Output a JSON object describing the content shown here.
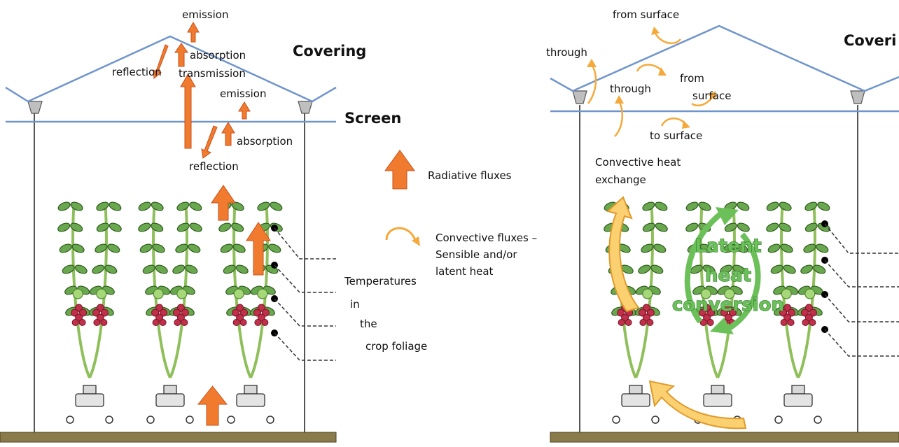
{
  "left_panel": {
    "covering_title": "Covering",
    "screen_title": "Screen",
    "labels": {
      "emission_top": "emission",
      "absorption_top": "absorption",
      "reflection_top": "reflection",
      "transmission": "transmission",
      "emission_screen": "emission",
      "absorption_screen": "absorption",
      "reflection_screen": "reflection"
    },
    "temperatures": [
      "Temperatures",
      "in",
      "the",
      "crop foliage"
    ]
  },
  "legend": {
    "radiative": "Radiative fluxes",
    "convective": [
      "Convective fluxes –",
      "Sensible and/or",
      "latent heat"
    ]
  },
  "right_panel": {
    "covering_title": "Coveri",
    "labels": {
      "from_surface_top": "from surface",
      "through_left": "through",
      "through_mid": "through",
      "from_surface_mid": [
        "from",
        "surface"
      ],
      "to_surface": "to surface",
      "convective_exchange": [
        "Convective heat",
        "exchange"
      ]
    },
    "latent_text": [
      "Latent",
      "heat",
      "conversion"
    ]
  },
  "colors": {
    "roof_line": "#6f95cc",
    "arrow_fill": "#f07a2e",
    "arrow_stroke": "#c9521a",
    "conv_arrow": "#f5a93a",
    "big_arrow_fill": "#fbd070",
    "latent_green": "#6cc05a",
    "leaf": "#6aa84f",
    "leaf_stroke": "#2f5d1e",
    "fruit": "#c0304a",
    "ground": "#8a7b4a",
    "post": "#555555"
  }
}
